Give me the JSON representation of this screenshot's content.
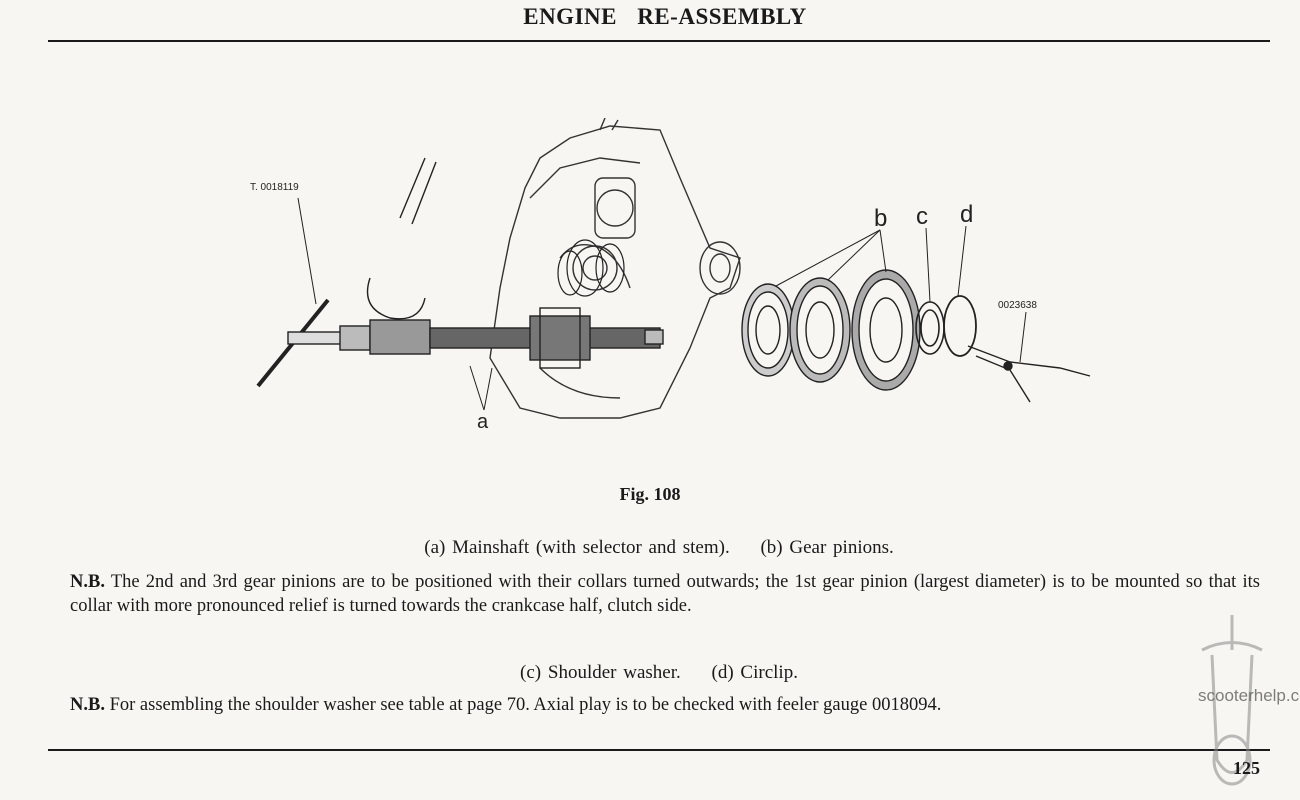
{
  "header": {
    "title": "ENGINE RE-ASSEMBLY"
  },
  "figure": {
    "ref_left": "T. 0018119",
    "ref_right": "0023638",
    "label_a": "a",
    "label_b": "b",
    "label_c": "c",
    "label_d": "d",
    "caption": "Fig. 108"
  },
  "legend_ab": {
    "a": "(a) Mainshaft (with selector and stem).",
    "b": "(b) Gear pinions."
  },
  "note1": {
    "prefix": "N.B.",
    "text": "The 2nd and 3rd gear pinions are to be positioned with their collars turned outwards; the 1st gear pinion (largest diameter) is to be mounted so that its collar with more pronounced relief is turned towards the crankcase half, clutch side."
  },
  "legend_cd": {
    "c": "(c) Shoulder washer.",
    "d": "(d) Circlip."
  },
  "note2": {
    "prefix": "N.B.",
    "text": "For assembling the shoulder washer see table at page 70. Axial play is to be checked with feeler gauge 0018094."
  },
  "watermark": "scooterhelp.com",
  "page_number": "125"
}
